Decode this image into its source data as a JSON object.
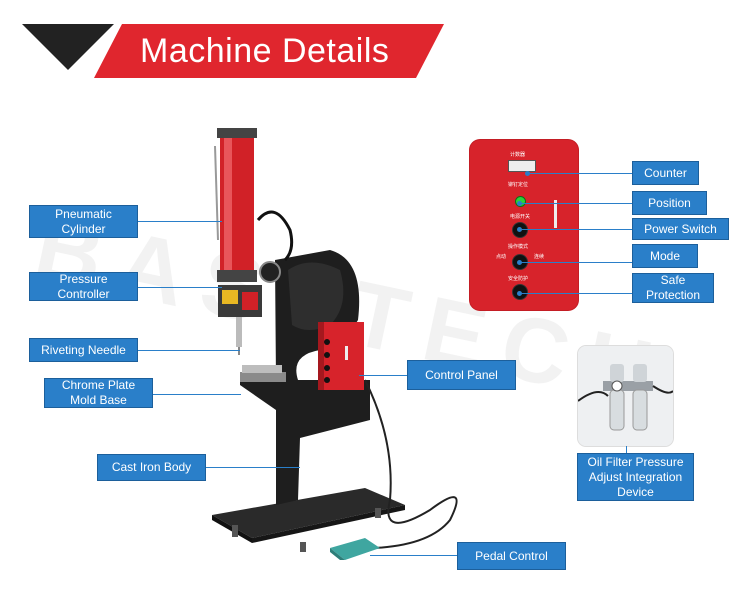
{
  "header": {
    "title": "Machine Details",
    "banner_color": "#e0262e",
    "triangle_color": "#222222"
  },
  "labels": {
    "pneumatic_cylinder": "Pneumatic Cylinder",
    "pressure_controller": "Pressure Controller",
    "riveting_needle": "Riveting Needle",
    "chrome_plate_mold_base": "Chrome Plate Mold Base",
    "cast_iron_body": "Cast Iron Body",
    "control_panel": "Control Panel",
    "pedal_control": "Pedal Control",
    "counter": "Counter",
    "position": "Position",
    "power_switch": "Power Switch",
    "mode": "Mode",
    "safe_protection": "Safe Protection",
    "oil_filter": "Oil Filter Pressure Adjust Integration Device"
  },
  "panel_text": {
    "counter": "计数器",
    "position": "铆钉定位",
    "power": "电源开关",
    "mode": "操作模式",
    "mode_left": "点动",
    "mode_right": "连续",
    "safe": "安全防护"
  },
  "watermark": "BASTTECH",
  "colors": {
    "label_bg": "#2a7fc9",
    "machine_red": "#d7232b",
    "machine_black": "#1e1e1e"
  }
}
